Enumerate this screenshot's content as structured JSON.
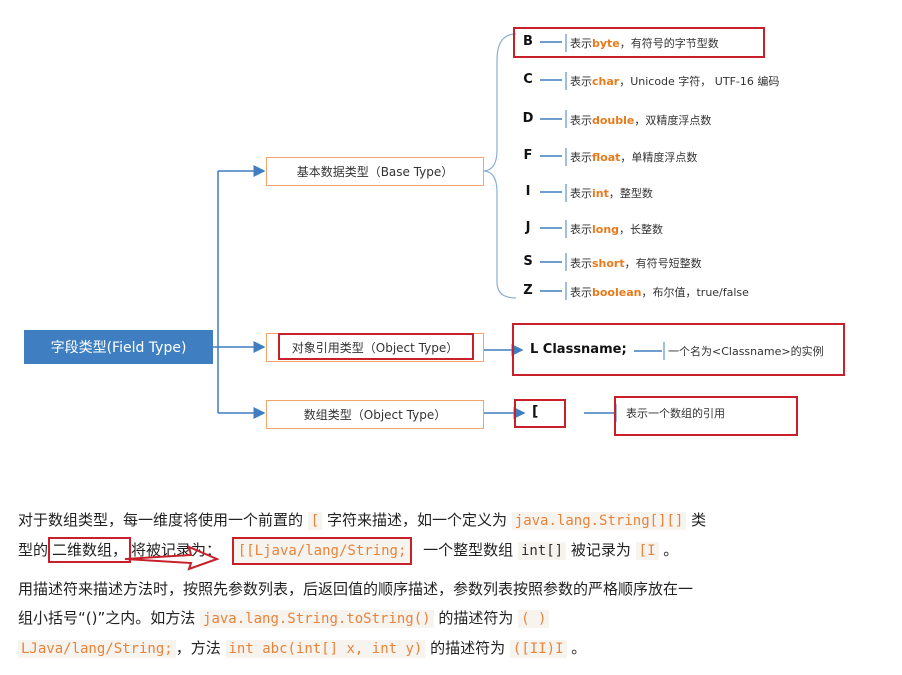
{
  "diagram": {
    "root": "字段类型(Field Type)",
    "base": {
      "label": "基本数据类型（Base Type）",
      "leaves": [
        {
          "letter": "B",
          "pre": "表示",
          "kw": "byte",
          "post": "，有符号的字节型数"
        },
        {
          "letter": "C",
          "pre": "表示",
          "kw": "char",
          "post": "，Unicode 字符， UTF-16 编码"
        },
        {
          "letter": "D",
          "pre": "表示",
          "kw": "double",
          "post": "，双精度浮点数"
        },
        {
          "letter": "F",
          "pre": "表示",
          "kw": "float",
          "post": "，单精度浮点数"
        },
        {
          "letter": "I",
          "pre": "表示",
          "kw": "int",
          "post": "，整型数"
        },
        {
          "letter": "J",
          "pre": "表示",
          "kw": "long",
          "post": "，长整数"
        },
        {
          "letter": "S",
          "pre": "表示",
          "kw": "short",
          "post": "，有符号短整数"
        },
        {
          "letter": "Z",
          "pre": "表示",
          "kw": "boolean",
          "post": "，布尔值，true/false"
        }
      ]
    },
    "object": {
      "label": "对象引用类型（Object Type）",
      "target": "L Classname;",
      "desc": "一个名为<Classname>的实例"
    },
    "array": {
      "label": "数组类型（Object Type）",
      "target": "[",
      "desc": "表示一个数组的引用"
    }
  },
  "p1": {
    "a": "对于数组类型，每一维度将使用一个前置的 ",
    "b": "[",
    "c": " 字符来描述，如一个定义为 ",
    "d": "java.lang.String[][]",
    "e": " 类",
    "f": "型的",
    "g": "二维数组，",
    "h": "将被记录为：",
    "i": "[[Ljava/lang/String;",
    "j": " 一个整型数组 ",
    "k": "int[]",
    "l": " 被记录为 ",
    "m": "[I",
    "n": " 。"
  },
  "p2": {
    "a": "用描述符来描述方法时，按照先参数列表，后返回值的顺序描述，参数列表按照参数的严格顺序放在一",
    "b": "组小括号“()”之内。如方法 ",
    "c": "java.lang.String.toString()",
    "d": " 的描述符为 ",
    "e": "( )",
    "f": "LJava/lang/String;",
    "g": "，方法 ",
    "h": "int abc(int[] x, int y)",
    "i": " 的描述符为 ",
    "j": "([II)I",
    "k": " 。"
  },
  "colors": {
    "root": "#3f7fc1",
    "connector": "#3f7fc1",
    "category_border": "#f2a46a",
    "highlight": "#c8202a",
    "code": "#e8833a"
  }
}
